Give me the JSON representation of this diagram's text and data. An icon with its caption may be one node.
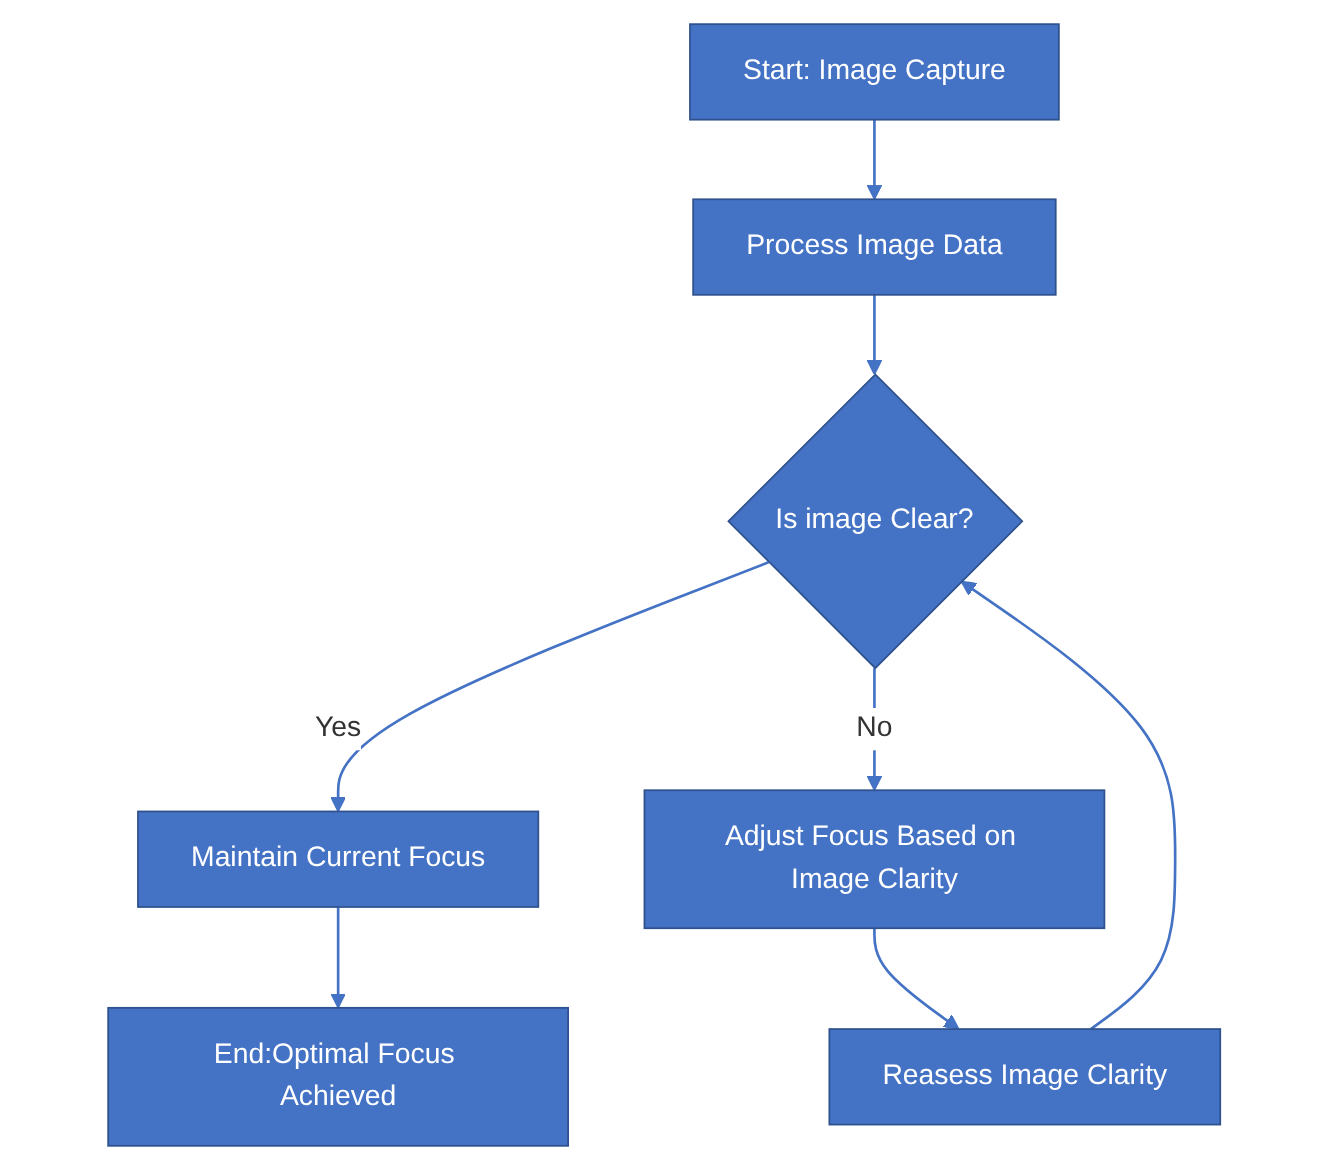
{
  "diagram": {
    "nodes": [
      {
        "text": [
          "Start: Image Capture"
        ]
      },
      {
        "text": [
          "Process Image Data"
        ]
      },
      {
        "text": [
          "Is image Clear?"
        ]
      },
      {
        "text": [
          "Maintain Current Focus"
        ]
      },
      {
        "text": [
          "End:Optimal Focus Achieved"
        ]
      },
      {
        "text": [
          "Adjust Focus Based on Image Clarity"
        ]
      },
      {
        "text": [
          "Reasess Image Clarity"
        ]
      }
    ],
    "edges": [
      {
        "from": 0,
        "to": 1,
        "arrow": "to"
      },
      {
        "from": 1,
        "to": 2,
        "arrow": "to"
      },
      {
        "from": 2,
        "to": 3,
        "arrow": "to",
        "label": "Yes"
      },
      {
        "from": 2,
        "to": 5,
        "arrow": "to",
        "label": "No"
      },
      {
        "from": 3,
        "to": 4,
        "arrow": "to"
      },
      {
        "from": 5,
        "to": 6,
        "arrow": "to"
      },
      {
        "from": 6,
        "to": 2,
        "arrow": "to"
      }
    ]
  }
}
